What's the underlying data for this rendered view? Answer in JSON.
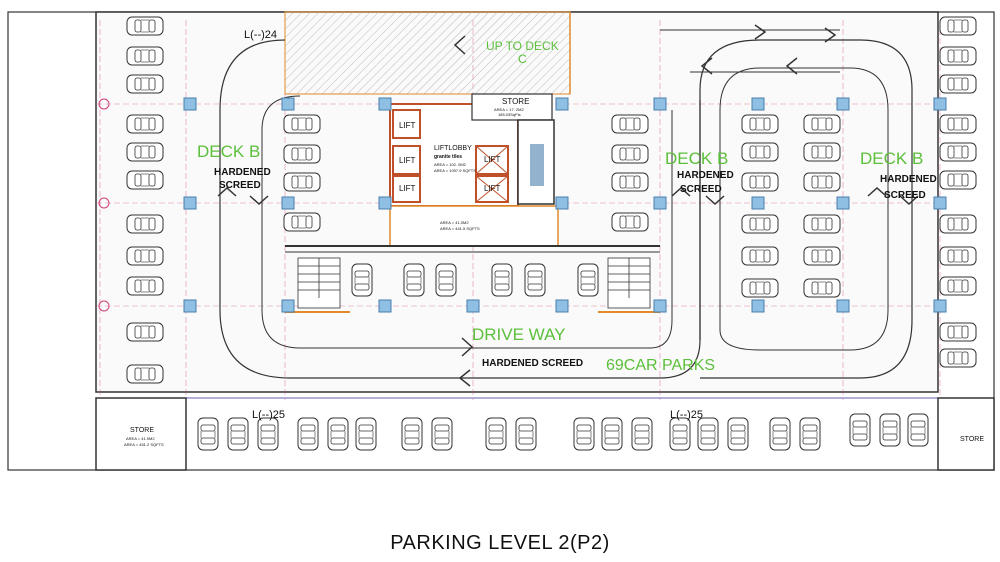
{
  "caption": "PARKING LEVEL 2(P2)",
  "labels": {
    "up_to_deck": "UP TO DECK",
    "up_to_deck_c": "C",
    "deck_b": "DECK B",
    "hardened": "HARDENED",
    "screed": "SCREED",
    "drive_way": "DRIVE WAY",
    "hardened_screed": "HARDENED SCREED",
    "car_parks": "69CAR PARKS",
    "level_24": "L(--)24",
    "level_25": "L(--)25",
    "store": "STORE",
    "store_area": "AREA = 41.9M2",
    "store_area_ft": "AREA = 451.2 SQFTS",
    "top_store_area": "AREA = 17. 2M2",
    "top_store_area_ft": "185.03SqFts",
    "lift": "LIFT",
    "lift_lobby": "LIFTLOBBY",
    "lift_lobby_sub": "granite tiles",
    "lift_lobby_area": "AREA = 102. 0M2",
    "lift_lobby_area_ft": "AREA = 1097.9 SQFTS",
    "lobby_area": "AREA = 41.0M2",
    "lobby_area_ft": "AREA = 441.5 SQFTS"
  },
  "colors": {
    "green_label": "#5bbf3a",
    "column": "#6ea8d8",
    "lift_wall": "#c0502a",
    "ramp_orange": "#e08a2a",
    "gridline": "#d0407a",
    "wall": "#333333"
  }
}
